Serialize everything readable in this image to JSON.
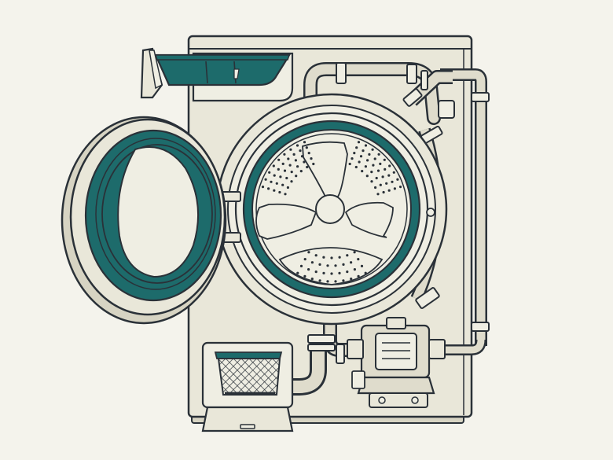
{
  "colors": {
    "background": "#f4f3ec",
    "body": "#e9e7d9",
    "panel": "#efeee3",
    "outline": "#2a3138",
    "teal": "#1d6b6b",
    "metal": "#dfdccc",
    "shadow": "#d7d4c3"
  },
  "components": {
    "cabinet": "washing-machine-cabinet",
    "drawer": "detergent-drawer",
    "door": "door-with-gasket",
    "drum": "drum",
    "filter": "drain-filter",
    "pump": "drain-pump",
    "motor": "motor",
    "hoses": "water-hoses"
  }
}
